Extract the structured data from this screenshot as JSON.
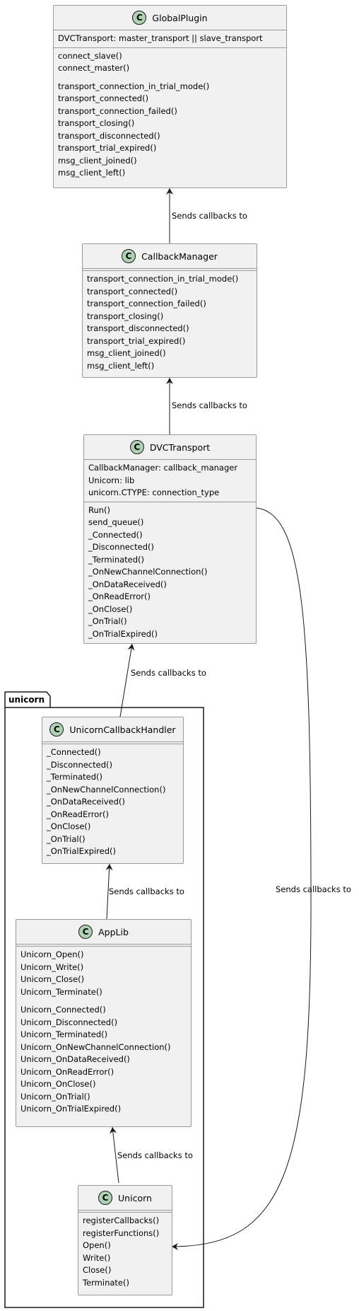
{
  "package": {
    "name": "unicorn"
  },
  "classes": {
    "global_plugin": {
      "name": "GlobalPlugin",
      "fields": [
        "DVCTransport: master_transport || slave_transport"
      ],
      "methods": [
        "connect_slave()",
        "connect_master()",
        "",
        "transport_connection_in_trial_mode()",
        "transport_connected()",
        "transport_connection_failed()",
        "transport_closing()",
        "transport_disconnected()",
        "transport_trial_expired()",
        "msg_client_joined()",
        "msg_client_left()"
      ]
    },
    "callback_manager": {
      "name": "CallbackManager",
      "fields": [],
      "methods": [
        "transport_connection_in_trial_mode()",
        "transport_connected()",
        "transport_connection_failed()",
        "transport_closing()",
        "transport_disconnected()",
        "transport_trial_expired()",
        "msg_client_joined()",
        "msg_client_left()"
      ]
    },
    "dvc_transport": {
      "name": "DVCTransport",
      "fields": [
        "CallbackManager: callback_manager",
        "Unicorn: lib",
        "unicorn.CTYPE: connection_type"
      ],
      "methods": [
        "Run()",
        "send_queue()",
        "_Connected()",
        "_Disconnected()",
        "_Terminated()",
        "_OnNewChannelConnection()",
        "_OnDataReceived()",
        "_OnReadError()",
        "_OnClose()",
        "_OnTrial()",
        "_OnTrialExpired()"
      ]
    },
    "unicorn_callback_handler": {
      "name": "UnicornCallbackHandler",
      "fields": [],
      "methods": [
        "_Connected()",
        "_Disconnected()",
        "_Terminated()",
        "_OnNewChannelConnection()",
        "_OnDataReceived()",
        "_OnReadError()",
        "_OnClose()",
        "_OnTrial()",
        "_OnTrialExpired()"
      ]
    },
    "app_lib": {
      "name": "AppLib",
      "fields": [],
      "methods": [
        "Unicorn_Open()",
        "Unicorn_Write()",
        "Unicorn_Close()",
        "Unicorn_Terminate()",
        "",
        "Unicorn_Connected()",
        "Unicorn_Disconnected()",
        "Unicorn_Terminated()",
        "Unicorn_OnNewChannelConnection()",
        "Unicorn_OnDataReceived()",
        "Unicorn_OnReadError()",
        "Unicorn_OnClose()",
        "Unicorn_OnTrial()",
        "Unicorn_OnTrialExpired()"
      ]
    },
    "unicorn": {
      "name": "Unicorn",
      "fields": [],
      "methods": [
        "registerCallbacks()",
        "registerFunctions()",
        "Open()",
        "Write()",
        "Close()",
        "Terminate()"
      ]
    }
  },
  "class_icon_letter": "C",
  "edges": [
    {
      "from": "callback_manager",
      "to": "global_plugin",
      "label": "Sends callbacks to"
    },
    {
      "from": "dvc_transport",
      "to": "callback_manager",
      "label": "Sends callbacks to"
    },
    {
      "from": "unicorn_callback_handler",
      "to": "dvc_transport",
      "label": "Sends callbacks to"
    },
    {
      "from": "app_lib",
      "to": "unicorn_callback_handler",
      "label": "Sends callbacks to"
    },
    {
      "from": "unicorn",
      "to": "app_lib",
      "label": "Sends callbacks to"
    },
    {
      "from": "dvc_transport",
      "to": "unicorn",
      "label": "Sends callbacks to"
    }
  ],
  "colors": {
    "class_fill": "#f1f1f1",
    "class_icon": "#add1b2",
    "border": "#9a9a9a",
    "line": "#181818"
  }
}
